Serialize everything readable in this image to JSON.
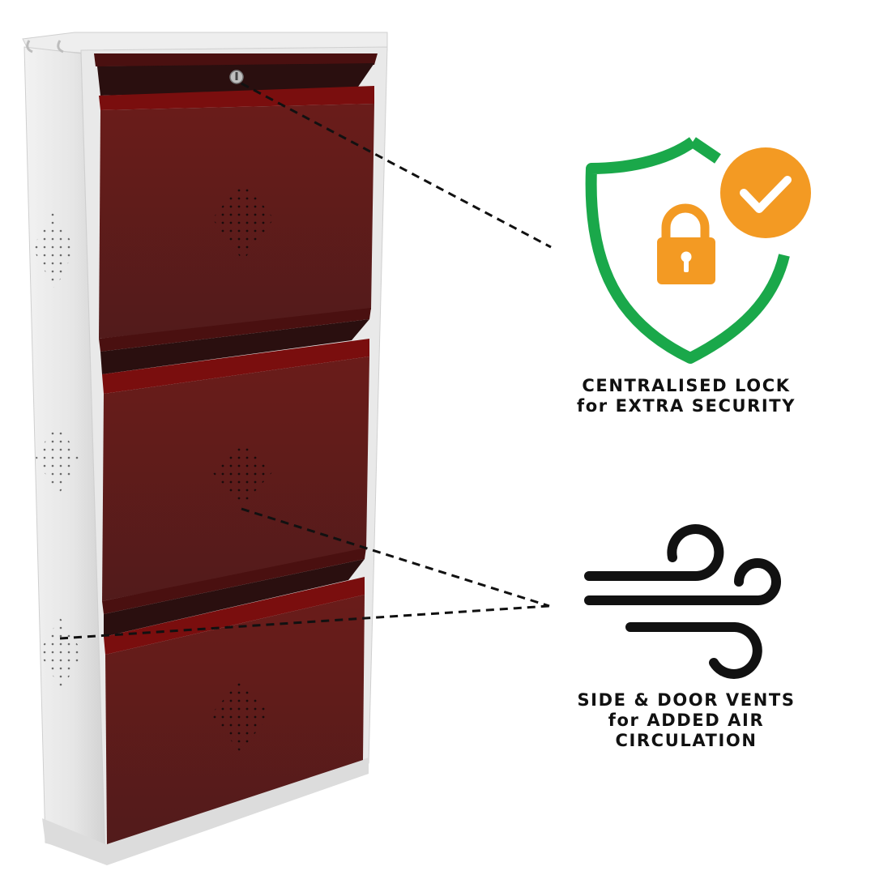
{
  "features": {
    "lock": {
      "line1": "CENTRALISED LOCK",
      "line2": "for EXTRA SECURITY",
      "icon": "shield-lock-check-icon"
    },
    "vents": {
      "line1": "SIDE & DOOR VENTS",
      "line2": "for ADDED AIR",
      "line3": "CIRCULATION",
      "icon": "wind-icon"
    }
  },
  "colors": {
    "cabinet_body": "#e8e8e8",
    "door": "#5c1c1c",
    "door_accent": "#7a1010",
    "shield": "#1aa84a",
    "badge": "#f39a23",
    "lock": "#f39a23",
    "wind": "#111111"
  },
  "product": {
    "name": "shoe-cabinet",
    "door_count": 3
  }
}
